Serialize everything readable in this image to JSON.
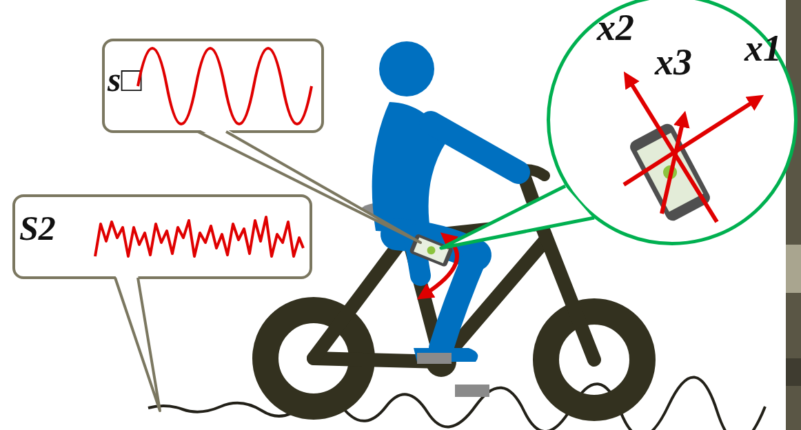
{
  "diagram": {
    "nodes": [
      {
        "text": [
          "s□"
        ]
      },
      {
        "text": [
          "S2"
        ]
      },
      {
        "text": [
          "x2",
          "x3",
          "x1"
        ]
      }
    ]
  }
}
